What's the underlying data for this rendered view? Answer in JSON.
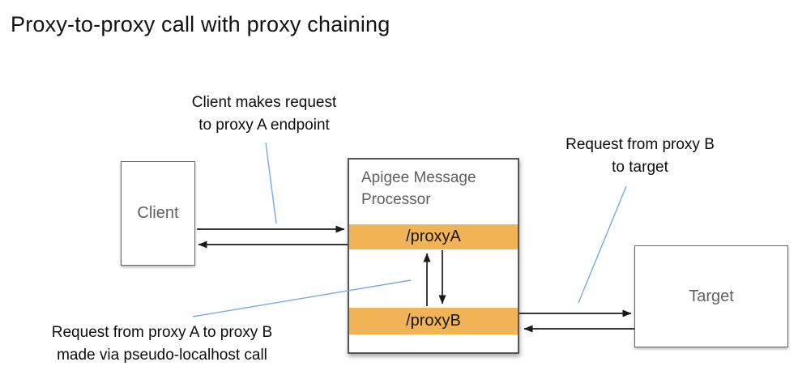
{
  "title": "Proxy-to-proxy call with proxy chaining",
  "colors": {
    "bar_orange": "#F0B456",
    "box_border_gray": "#66676A",
    "box_text_gray": "#5E5F61",
    "callout_blue": "#76ABDF",
    "arrow_black": "#1A1A1A"
  },
  "nodes": {
    "client": {
      "label": "Client"
    },
    "message_processor": {
      "label": "Apigee Message Processor",
      "proxy_a": "/proxyA",
      "proxy_b": "/proxyB"
    },
    "target": {
      "label": "Target"
    }
  },
  "annotations": {
    "client_request": {
      "line1": "Client makes request",
      "line2": "to proxy A endpoint"
    },
    "proxy_b_to_target": {
      "line1": "Request from proxy B",
      "line2": "to target"
    },
    "proxy_a_to_proxy_b": {
      "line1": "Request from proxy A to proxy B",
      "line2": "made via pseudo-localhost call"
    }
  }
}
